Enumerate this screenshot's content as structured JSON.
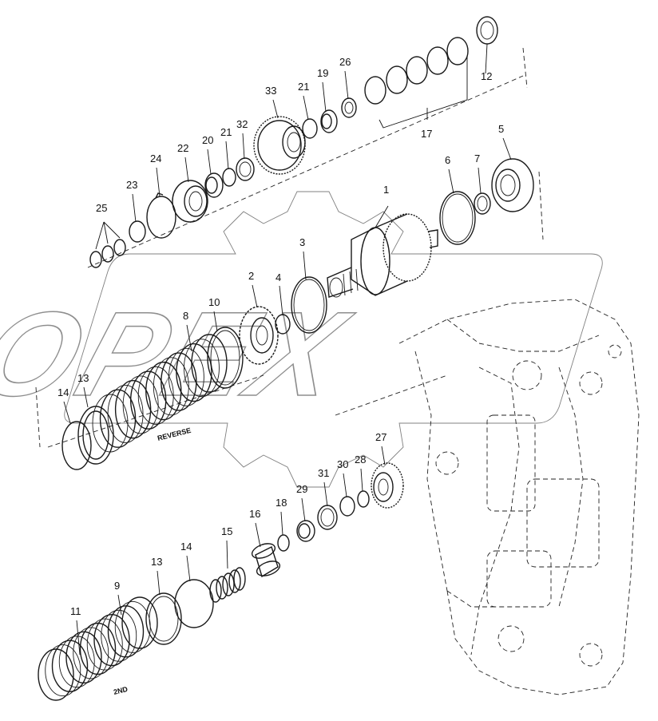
{
  "diagram": {
    "watermark": "OPEX",
    "stamps": {
      "reverse": "REVERSE",
      "second": "2ND"
    },
    "callouts": [
      "1",
      "2",
      "3",
      "4",
      "5",
      "6",
      "7",
      "8",
      "9",
      "10",
      "11",
      "12",
      "13",
      "14",
      "15",
      "16",
      "17",
      "18",
      "19",
      "20",
      "21",
      "22",
      "23",
      "24",
      "25",
      "26",
      "27",
      "28",
      "29",
      "30",
      "31",
      "32",
      "33"
    ]
  },
  "icons": {
    "watermark": "gear-outline-logo"
  }
}
